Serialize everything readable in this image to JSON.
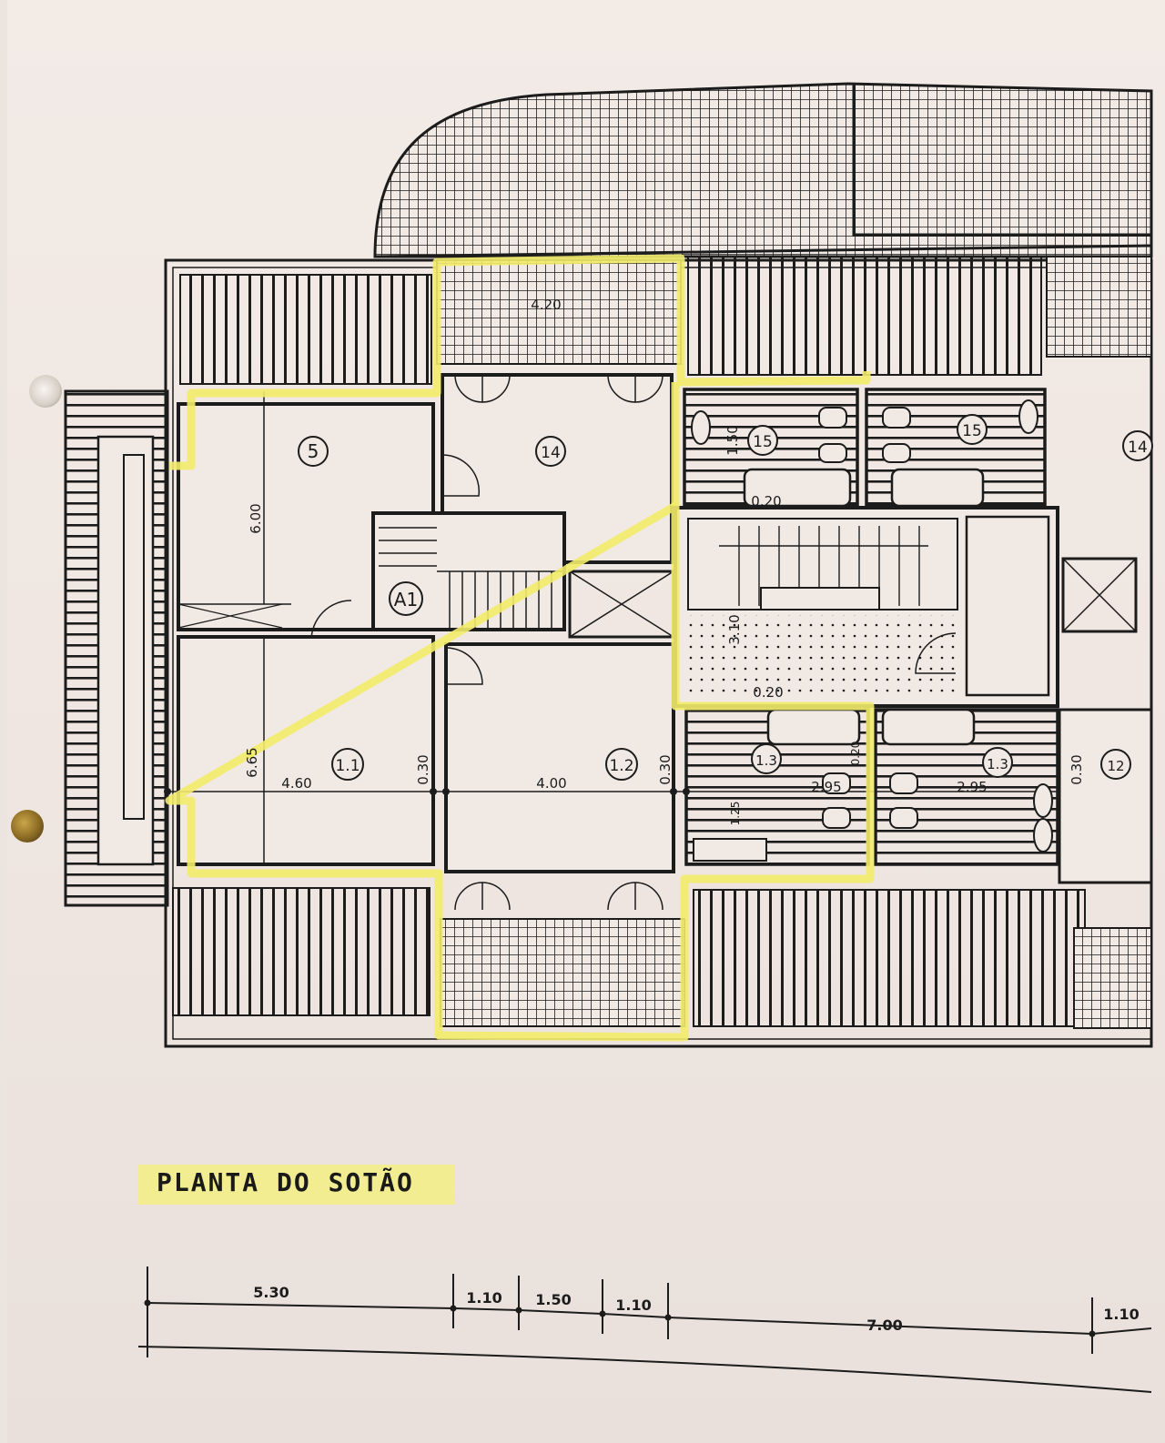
{
  "drawing_title": "PLANTA DO SOTÃO",
  "rooms": [
    {
      "id": "room-5",
      "label": "5"
    },
    {
      "id": "room-14-top",
      "label": "14"
    },
    {
      "id": "room-15-a",
      "label": "15"
    },
    {
      "id": "room-15-b",
      "label": "15"
    },
    {
      "id": "room-14-right",
      "label": "14"
    },
    {
      "id": "room-A1",
      "label": "A1"
    },
    {
      "id": "room-11",
      "label": "1.1"
    },
    {
      "id": "room-12",
      "label": "1.2"
    },
    {
      "id": "room-13-a",
      "label": "1.3"
    },
    {
      "id": "room-13-b",
      "label": "1.3"
    },
    {
      "id": "room-12-right",
      "label": "12"
    }
  ],
  "dimensions": {
    "d_420": "4.20",
    "d_600": "6.00",
    "d_665": "6.65",
    "d_460": "4.60",
    "d_030_a": "0.30",
    "d_400": "4.00",
    "d_030_b": "0.30",
    "d_030_c": "0.30",
    "d_020_top": "0.20",
    "d_020_mid": "0.20",
    "d_310": "3.10",
    "d_150": "1.50",
    "d_295_a": "2.95",
    "d_295_b": "2.95",
    "d_020_v": "0.20",
    "d_125": "1.25"
  },
  "scale_bar": [
    "5.30",
    "1.10",
    "1.50",
    "1.10",
    "7.00",
    "1.10"
  ],
  "colors": {
    "line": "#1c1c1c",
    "highlight": "#f2ec6a",
    "paper": "#f1e9e4"
  }
}
